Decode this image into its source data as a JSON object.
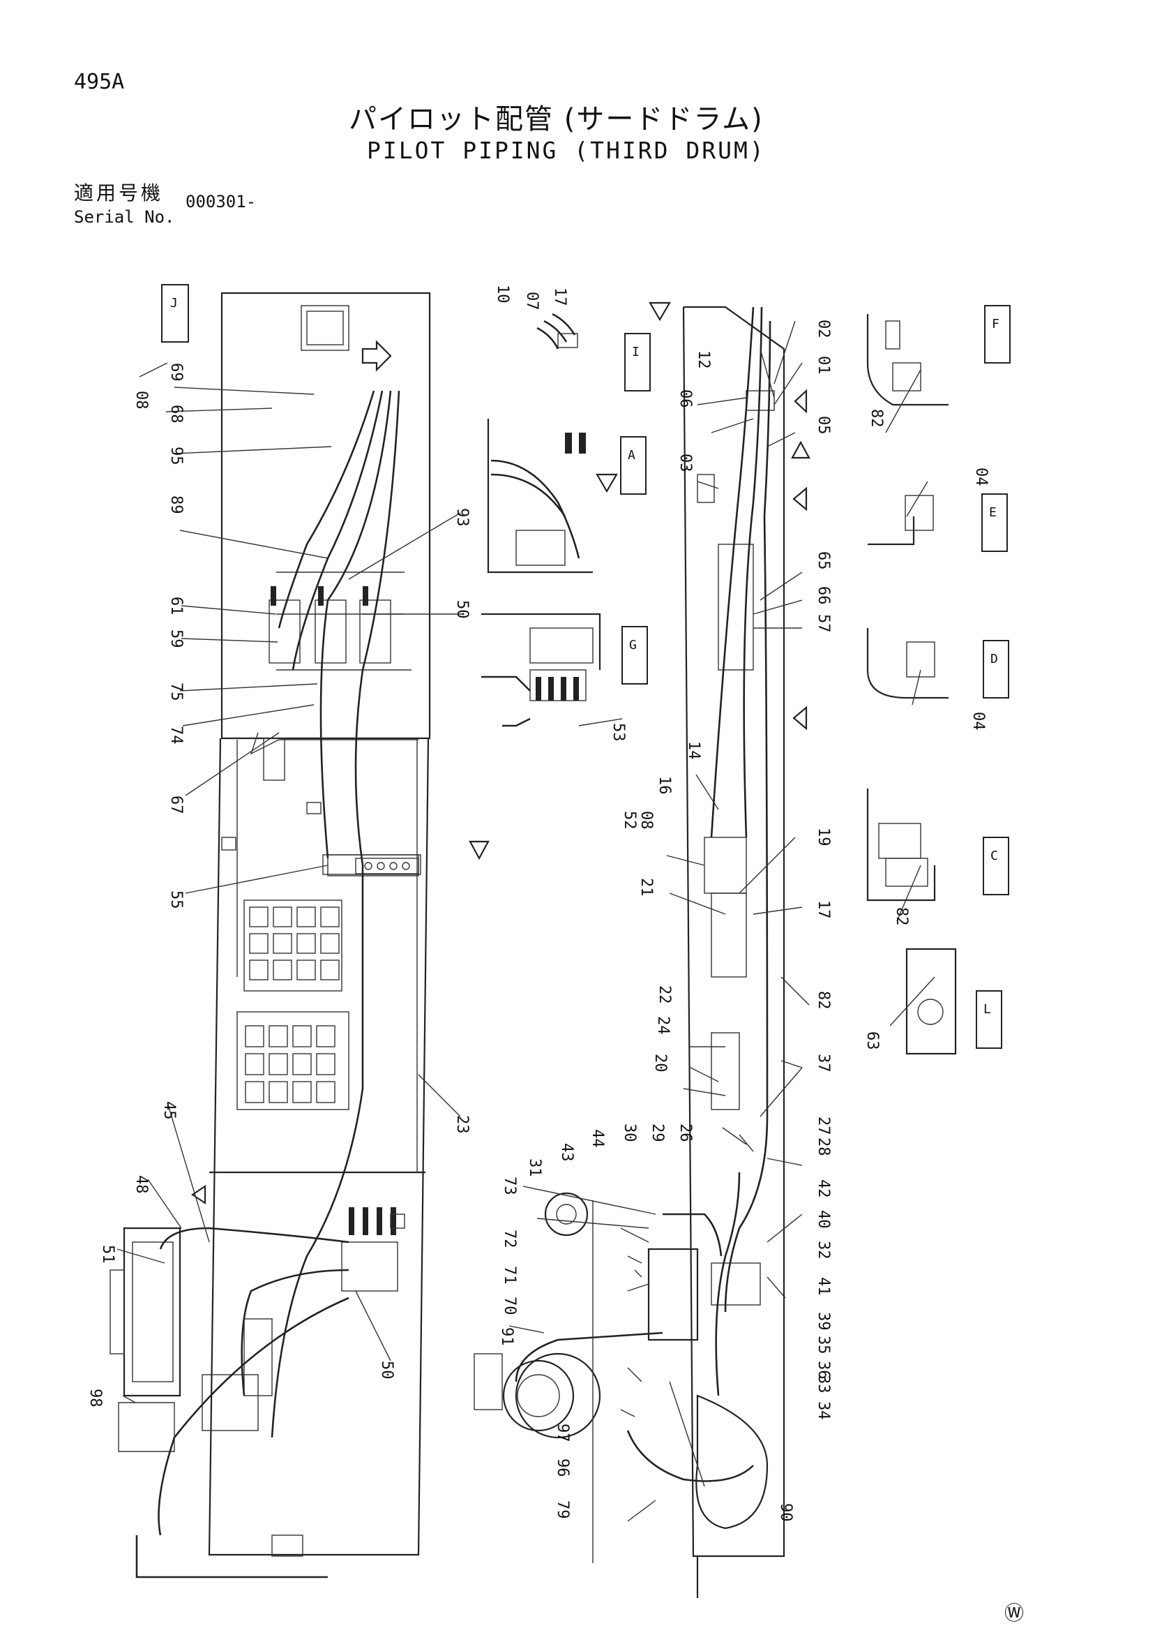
{
  "header": {
    "page_number": "495A",
    "title_jp": "パイロット配管 (サードドラム)",
    "title_en": "PILOT PIPING (THIRD DRUM)",
    "serial_label_jp": "適用号機",
    "serial_label_en": "Serial No.",
    "serial_value": "000301-"
  },
  "footer": {
    "mark": "Ⓦ"
  },
  "view_tags": [
    "J",
    "I",
    "A",
    "G",
    "F",
    "E",
    "D",
    "C",
    "L"
  ],
  "callouts": {
    "left_panel": [
      "08",
      "69",
      "68",
      "95",
      "89",
      "93",
      "61",
      "59",
      "50",
      "75",
      "74",
      "67",
      "55",
      "23",
      "45",
      "48",
      "51",
      "50",
      "98"
    ],
    "middle_panel": [
      "10",
      "07",
      "17",
      "53",
      "14",
      "16",
      "08",
      "52",
      "21",
      "22",
      "24",
      "20",
      "73",
      "43",
      "31",
      "44",
      "30",
      "29",
      "26",
      "72",
      "71",
      "70",
      "91",
      "97",
      "96",
      "79",
      "90",
      "33",
      "34"
    ],
    "right_strip": [
      "12",
      "02",
      "01",
      "06",
      "05",
      "03",
      "65",
      "66",
      "57",
      "19",
      "17",
      "82",
      "37",
      "27",
      "28",
      "42",
      "40",
      "32",
      "41",
      "39",
      "35",
      "36"
    ],
    "view_details": [
      "82",
      "04",
      "04",
      "82",
      "63"
    ]
  }
}
